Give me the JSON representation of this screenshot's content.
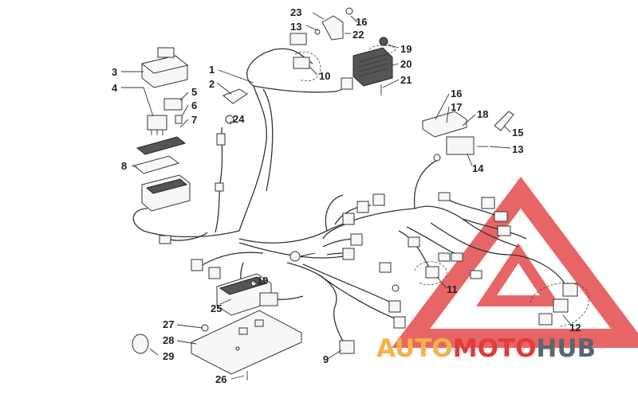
{
  "callouts": [
    {
      "label": "1"
    },
    {
      "label": "2"
    },
    {
      "label": "3"
    },
    {
      "label": "4"
    },
    {
      "label": "5"
    },
    {
      "label": "6"
    },
    {
      "label": "7"
    },
    {
      "label": "8"
    },
    {
      "label": "9"
    },
    {
      "label": "10"
    },
    {
      "label": "11"
    },
    {
      "label": "12"
    },
    {
      "label": "13"
    },
    {
      "label": "13"
    },
    {
      "label": "15"
    },
    {
      "label": "16"
    },
    {
      "label": "16"
    },
    {
      "label": "17"
    },
    {
      "label": "18"
    },
    {
      "label": "19"
    },
    {
      "label": "19"
    },
    {
      "label": "20"
    },
    {
      "label": "21"
    },
    {
      "label": "22"
    },
    {
      "label": "23"
    },
    {
      "label": "24"
    },
    {
      "label": "25"
    },
    {
      "label": "26"
    },
    {
      "label": "27"
    },
    {
      "label": "28"
    },
    {
      "label": "29"
    },
    {
      "label": "14"
    }
  ],
  "watermark": {
    "part1": "AUTO",
    "part2": "MOTO",
    "part3": "HUB",
    "color_orange": "#f3b24a",
    "color_red": "#e23b3b",
    "color_gray": "#5b6670"
  }
}
